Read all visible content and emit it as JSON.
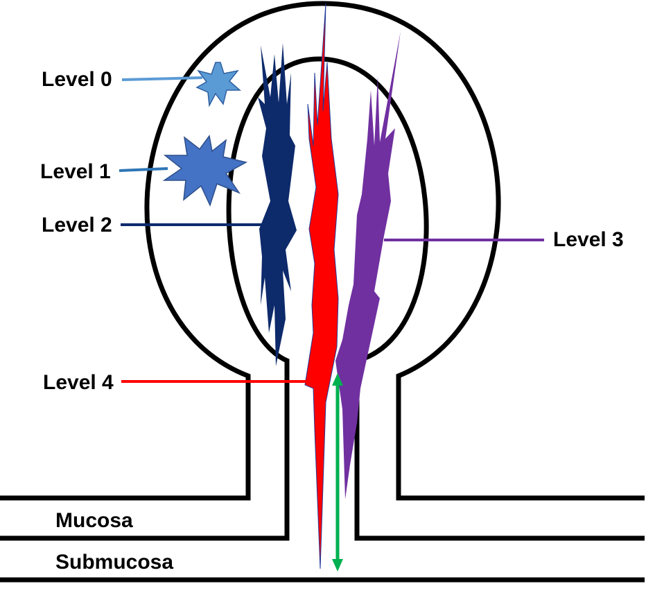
{
  "labels": {
    "level0": "Level 0",
    "level1": "Level 1",
    "level2": "Level 2",
    "level3": "Level 3",
    "level4": "Level 4",
    "mucosa": "Mucosa",
    "submucosa": "Submucosa"
  },
  "colors": {
    "outline": "#000000",
    "level0": "#5b9bd5",
    "level1": "#4472c4",
    "level2": "#0d2a6b",
    "level3": "#7030a0",
    "level4": "#ff0000",
    "depth_arrow": "#00b050"
  }
}
